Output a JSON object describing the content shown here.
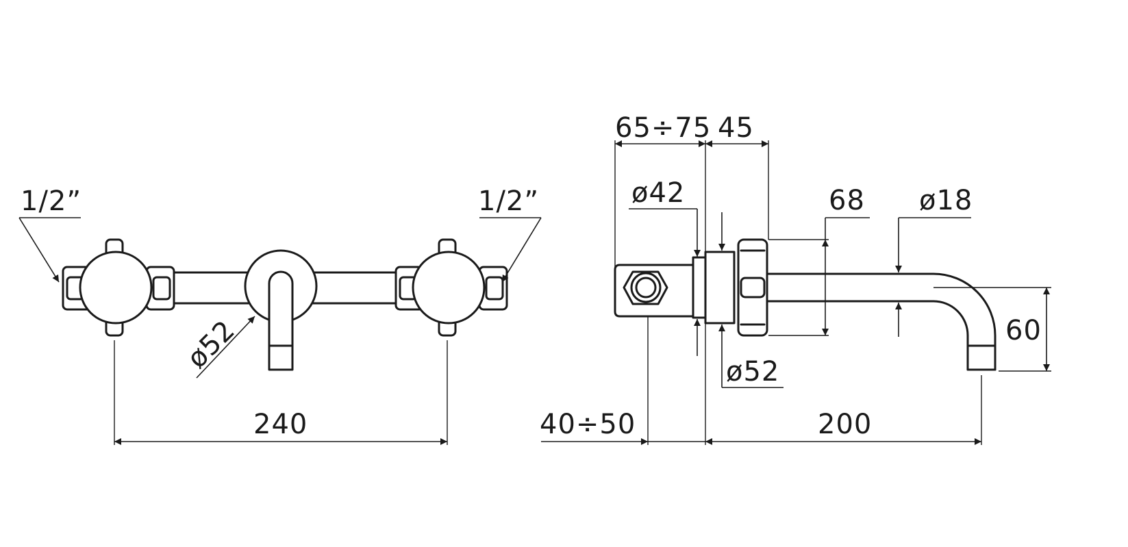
{
  "front_view": {
    "thread_left": "1/2”",
    "thread_right": "1/2”",
    "rosette_diameter": "ø52",
    "center_distance": "240"
  },
  "side_view": {
    "projection_range": "65÷75",
    "body_depth": "45",
    "nut_diameter": "ø42",
    "flange_height": "68",
    "spout_diameter": "ø18",
    "rosette_diameter": "ø52",
    "spout_drop": "60",
    "wall_depth_range": "40÷50",
    "spout_reach": "200"
  },
  "colors": {
    "ink": "#1a1a1a",
    "paper": "#ffffff"
  }
}
